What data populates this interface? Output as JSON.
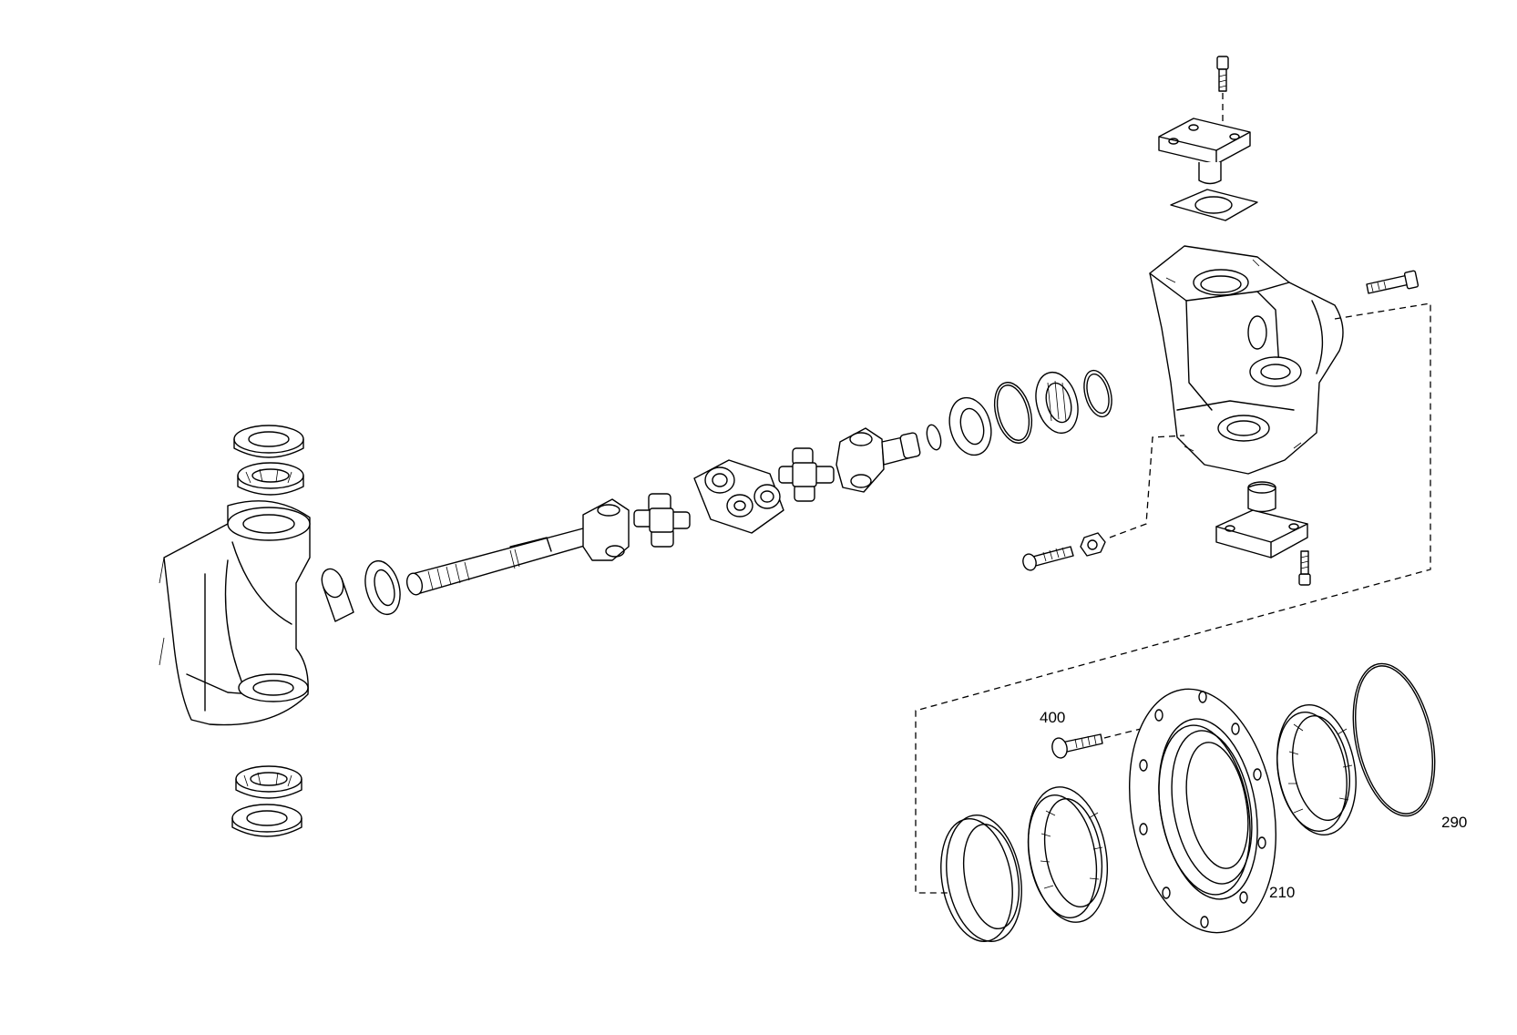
{
  "diagram": {
    "callouts": [
      {
        "id": "part-400",
        "text": "400"
      },
      {
        "id": "part-290",
        "text": "290"
      },
      {
        "id": "part-210",
        "text": "210"
      }
    ]
  }
}
